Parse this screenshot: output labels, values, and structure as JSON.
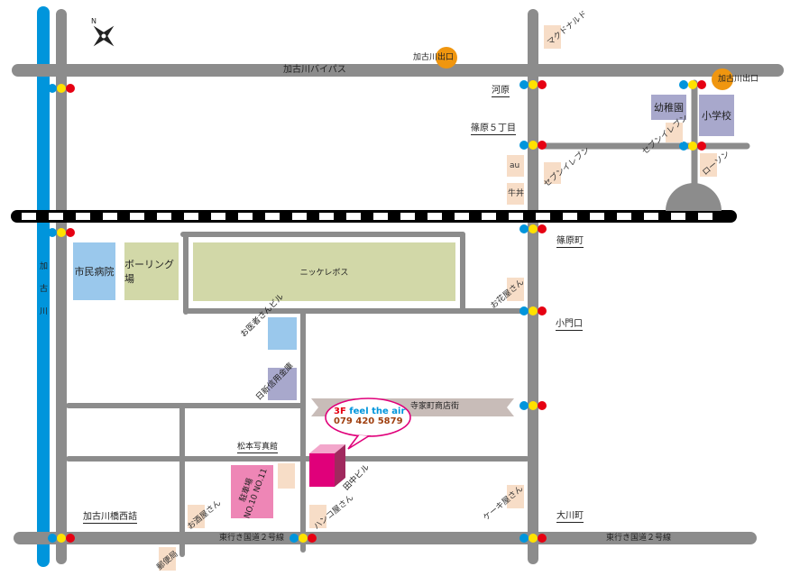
{
  "map": {
    "roads": {
      "bypass": "加古川バイパス",
      "route2_west": "東行き国道２号線",
      "route2_east": "東行き国道２号線"
    },
    "river": "加古川",
    "exits": [
      "加古川出口",
      "加古川出口"
    ],
    "intersections": {
      "kawara": "河原",
      "shinohara5": "篠原５丁目",
      "shinoharacho": "篠原町",
      "komonguchi": "小門口",
      "kakogawa_bashi_nishi": "加古川橋西詰",
      "okawacho": "大川町"
    },
    "buildings": {
      "hospital": "市民病院",
      "bowling": "ボーリング場",
      "nikke": "ニッケレボス",
      "dental": "お医者さんビル",
      "shinkin": "日新信用金庫",
      "kindergarten": "幼稚園",
      "school": "小学校",
      "parking": "駐車場\nNO.10 NO.11",
      "matsumoto": "松本写真館",
      "tanaka": "田中ビル",
      "shotengai": "寺家町商店街"
    },
    "shops": {
      "mcdonalds": "マクドナルド",
      "au": "au",
      "gyudon": "牛丼",
      "seven1": "セブンイレブン",
      "seven2": "セブンイレブン",
      "lawson": "ローソン",
      "flower": "お花屋さん",
      "sake": "お酒屋さん",
      "hanko": "ハンコ屋さん",
      "cake": "ケーキ屋さん",
      "post": "郵便局"
    },
    "callout": {
      "floor": "3F",
      "name": "feel the air",
      "phone": "079 420 5879"
    },
    "colors": {
      "road": "#8c8c8c",
      "river": "#0095dc",
      "blocks_green": "#d2d8a8",
      "blocks_blue": "#9ac8ec",
      "blocks_purple": "#a8a8cc",
      "parking_pink": "#ee86b6",
      "target_magenta": "#e0007a",
      "exit_orange": "#f0960f",
      "callout_text_red": "#e60012",
      "callout_text_blue": "#0095dc",
      "phone_brown": "#a04010"
    },
    "icons": [
      "compass-icon",
      "traffic-light-icon",
      "railway-track-icon",
      "tunnel-icon"
    ]
  }
}
